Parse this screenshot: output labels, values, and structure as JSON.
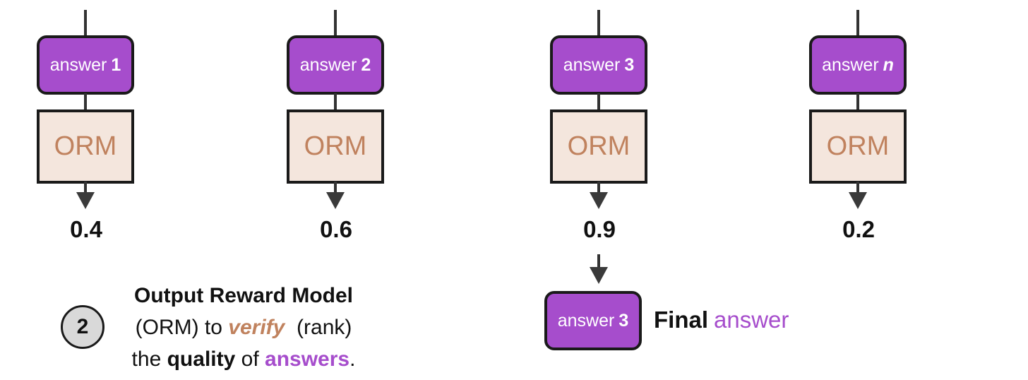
{
  "columns": [
    {
      "answer_prefix": "answer",
      "answer_index": "1",
      "index_italic": false,
      "model": "ORM",
      "score": "0.4"
    },
    {
      "answer_prefix": "answer",
      "answer_index": "2",
      "index_italic": false,
      "model": "ORM",
      "score": "0.6"
    },
    {
      "answer_prefix": "answer",
      "answer_index": "3",
      "index_italic": false,
      "model": "ORM",
      "score": "0.9"
    },
    {
      "answer_prefix": "answer",
      "answer_index": "n",
      "index_italic": true,
      "model": "ORM",
      "score": "0.2"
    }
  ],
  "final": {
    "answer_prefix": "answer",
    "answer_index": "3",
    "label_bold": "Final",
    "label_colored": "answer"
  },
  "step": {
    "number": "2",
    "title": "Output Reward Model",
    "line2_before": "(ORM) to",
    "line2_verb": "verify",
    "line2_after": "(rank)",
    "line3_before": "the",
    "line3_bold": "quality",
    "line3_mid": "of",
    "line3_colored": "answers",
    "line3_end": "."
  },
  "colors": {
    "answer_fill": "#a64dcc",
    "orm_fill": "#f4e6dd",
    "orm_text": "#c0825e",
    "border": "#1a1a1a",
    "step_circle": "#d9d9d9"
  }
}
